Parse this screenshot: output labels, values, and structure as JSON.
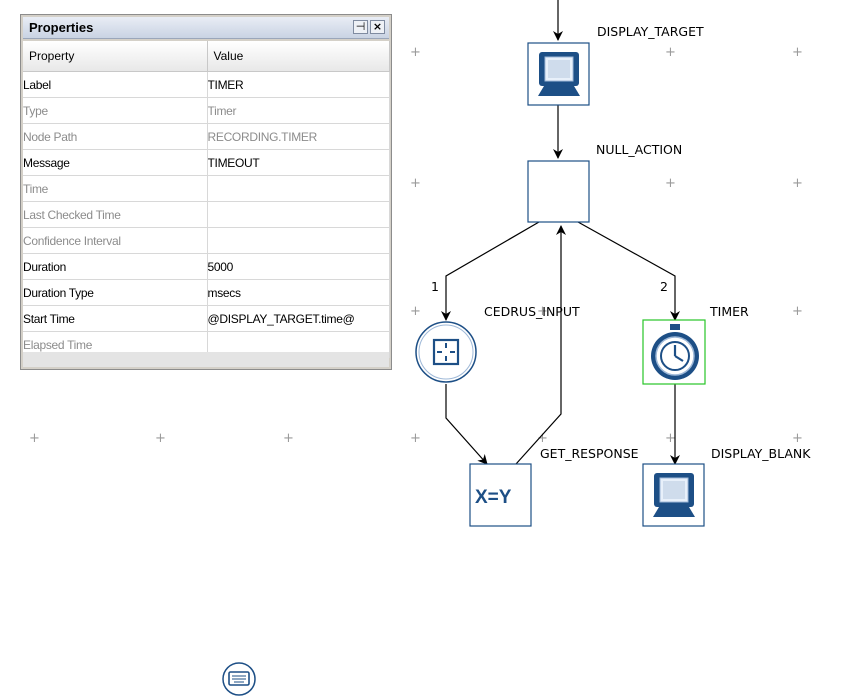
{
  "properties_panel": {
    "title": "Properties",
    "pin_glyph": "⊣",
    "close_glyph": "×",
    "headers": {
      "property": "Property",
      "value": "Value"
    },
    "rows": [
      {
        "property": "Label",
        "value": "TIMER",
        "enabled": true
      },
      {
        "property": "Type",
        "value": "Timer",
        "enabled": false
      },
      {
        "property": "Node Path",
        "value": "RECORDING.TIMER",
        "enabled": false
      },
      {
        "property": "Message",
        "value": "TIMEOUT",
        "enabled": true
      },
      {
        "property": "Time",
        "value": "",
        "enabled": false
      },
      {
        "property": "Last Checked Time",
        "value": "",
        "enabled": false
      },
      {
        "property": "Confidence Interval",
        "value": "",
        "enabled": false
      },
      {
        "property": "Duration",
        "value": "5000",
        "enabled": true
      },
      {
        "property": "Duration Type",
        "value": "msecs",
        "enabled": true
      },
      {
        "property": "Start Time",
        "value": "@DISPLAY_TARGET.time@",
        "enabled": true
      },
      {
        "property": "Elapsed Time",
        "value": "",
        "enabled": false
      }
    ]
  },
  "diagram": {
    "nodes": {
      "display_target": {
        "label": "DISPLAY_TARGET",
        "icon": "monitor-icon"
      },
      "null_action": {
        "label": "NULL_ACTION",
        "icon": "blank-box"
      },
      "cedrus_input": {
        "label": "CEDRUS_INPUT",
        "icon": "crosshair-icon"
      },
      "timer": {
        "label": "TIMER",
        "icon": "stopwatch-icon",
        "selected": true
      },
      "get_response": {
        "label": "GET_RESPONSE",
        "icon": "assignment-icon",
        "icon_text": "X=Y"
      },
      "display_blank": {
        "label": "DISPLAY_BLANK",
        "icon": "monitor-icon"
      },
      "keyboard": {
        "icon": "keyboard-icon"
      }
    },
    "edge_labels": {
      "branch_1": "1",
      "branch_2": "2"
    },
    "grid_marker": "+",
    "colors": {
      "node_fill": "#1d4f86",
      "node_border": "#1d4f86",
      "selection": "#27c427",
      "grid": "#9a9a9a"
    }
  }
}
